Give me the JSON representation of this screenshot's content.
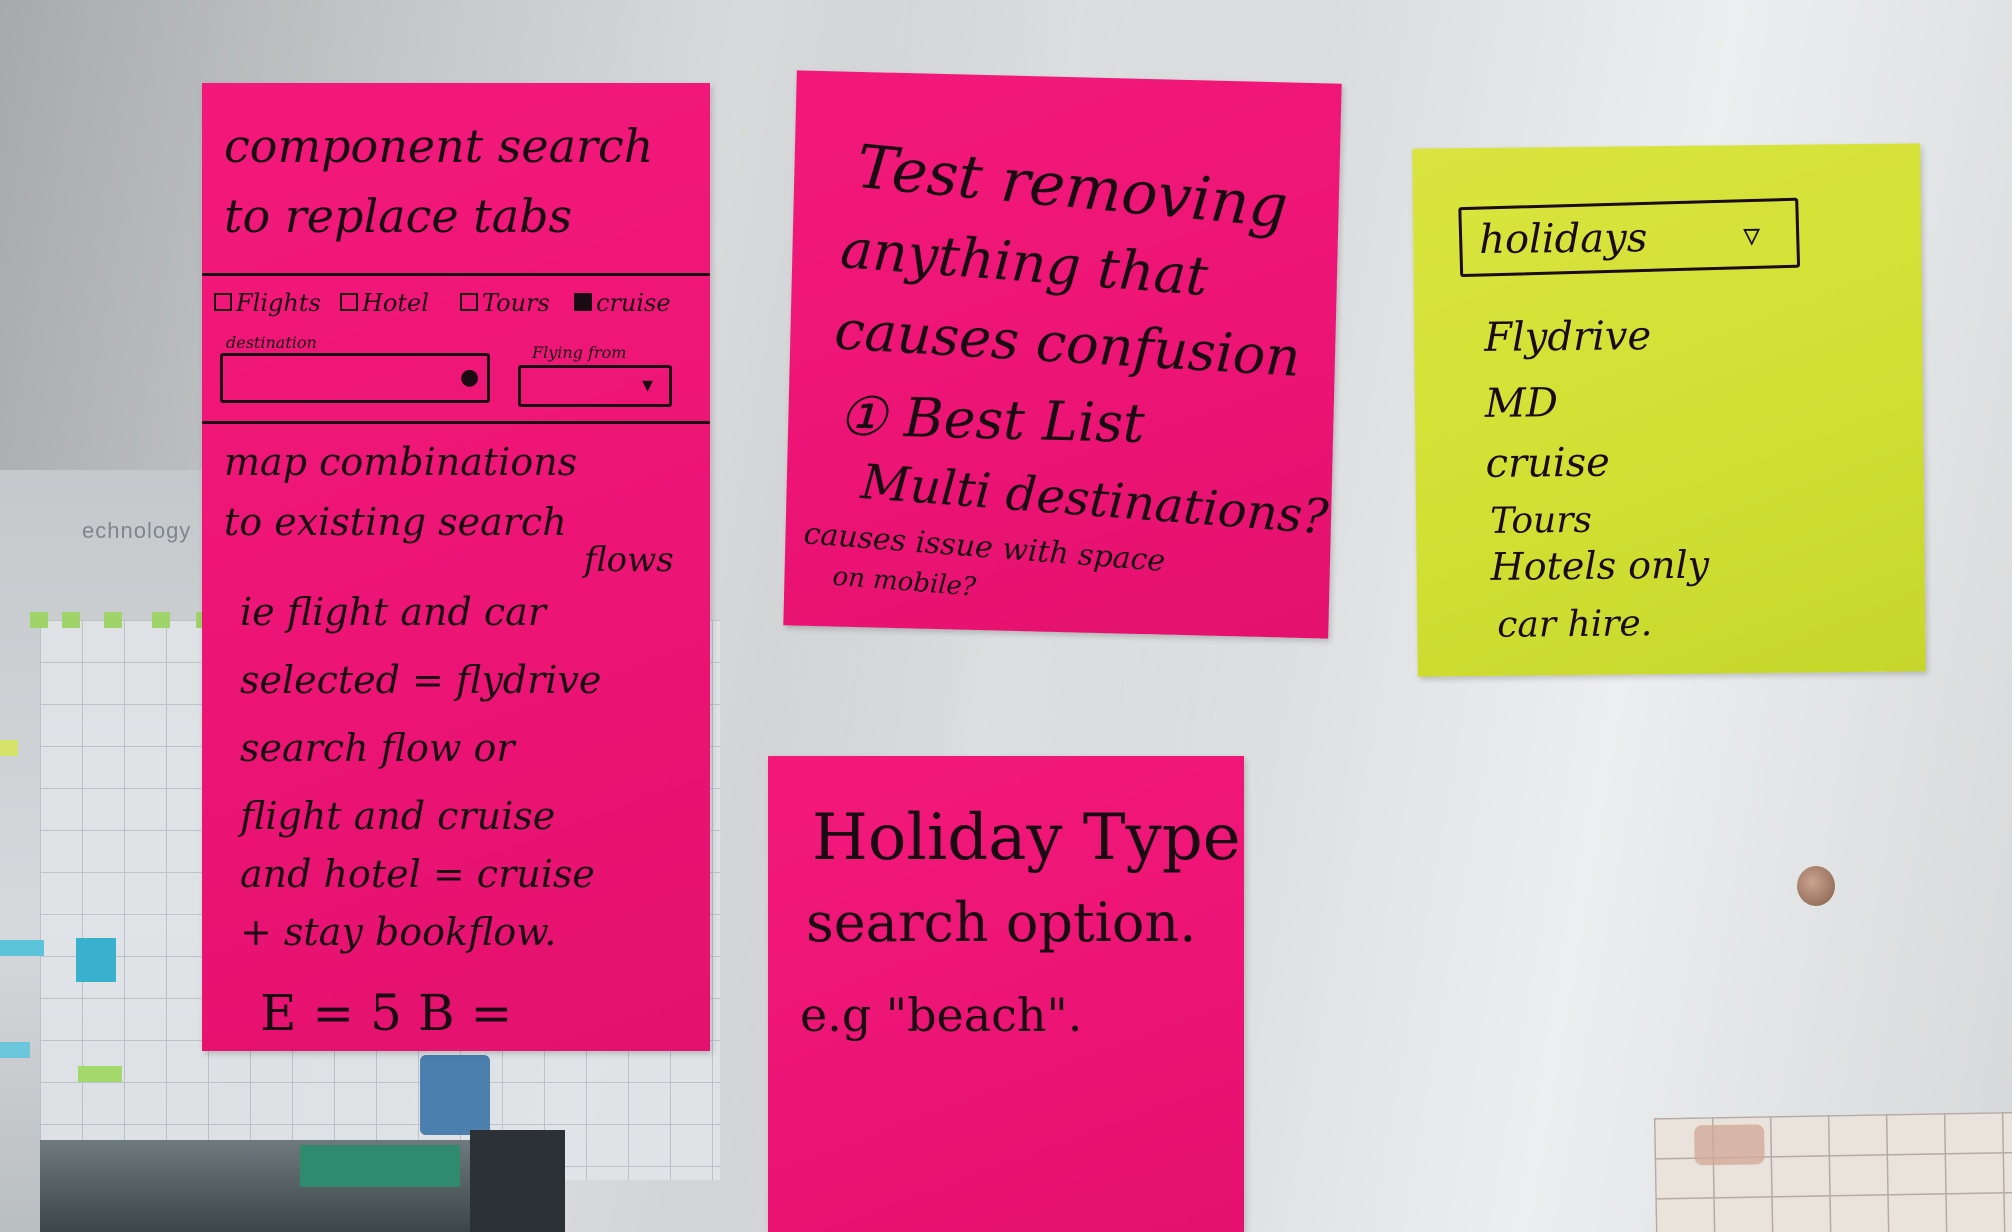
{
  "notes": {
    "component_search": {
      "title_lines": [
        "component search",
        "to replace tabs"
      ],
      "options": [
        "Flights",
        "Hotel",
        "Tours",
        "cruise"
      ],
      "field_labels": [
        "destination",
        "Flying from"
      ],
      "body_lines": [
        "map combinations",
        "to existing search",
        "flows",
        "ie flight and car",
        "selected = flydrive",
        "search flow or",
        "flight and cruise",
        "and hotel = cruise",
        "+ stay bookflow."
      ],
      "score": "E = 5   B ="
    },
    "test_removing": {
      "lines": [
        "Test removing",
        "anything that",
        "causes confusion",
        "① Best List",
        "Multi destinations?",
        "causes issue with space",
        "on mobile?"
      ]
    },
    "holidays": {
      "dropdown_label": "holidays",
      "items": [
        "Flydrive",
        "MD",
        "cruise",
        "Tours",
        "Hotels only",
        "car hire."
      ]
    },
    "holiday_type": {
      "lines": [
        "Holiday Type",
        "search option.",
        "e.g  \"beach\"."
      ]
    }
  },
  "background": {
    "wall_label": "echnology"
  },
  "colors": {
    "pink_note": "#ec1475",
    "yellow_note": "#d1df33",
    "ink": "#1a0b12"
  }
}
